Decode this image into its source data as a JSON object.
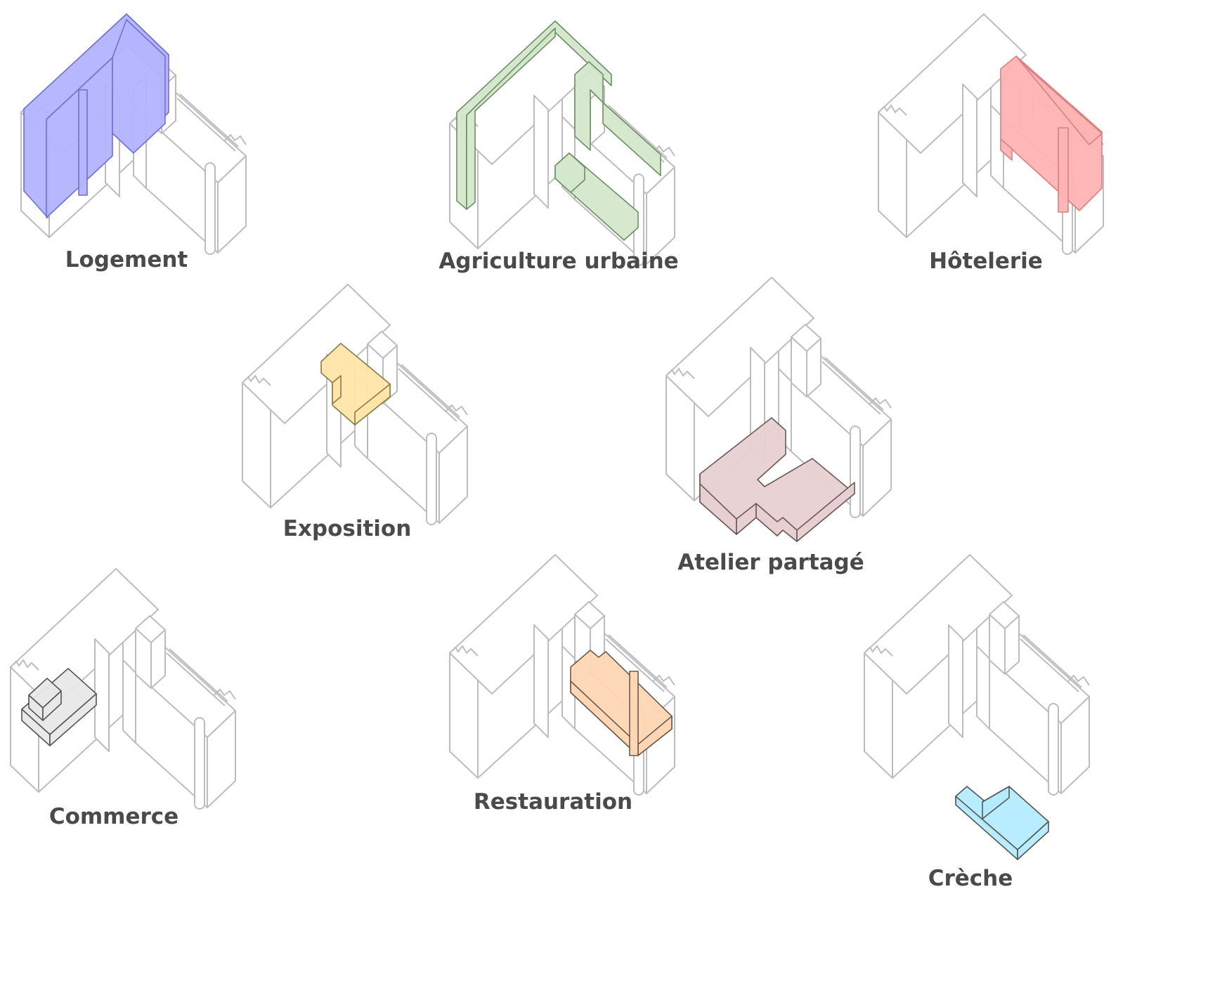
{
  "programs": [
    {
      "id": "logement",
      "label": "Logement",
      "color": "#b3b3ff",
      "edge": "#6f6fd8"
    },
    {
      "id": "agriculture",
      "label": "Agriculture urbaine",
      "color": "#d4e8cc",
      "edge": "#6e8e64"
    },
    {
      "id": "hotelerie",
      "label": "Hôtelerie",
      "color": "#ffb3b3",
      "edge": "#d98080"
    },
    {
      "id": "exposition",
      "label": "Exposition",
      "color": "#ffe5a8",
      "edge": "#8a7a4a"
    },
    {
      "id": "atelier",
      "label": "Atelier partagé",
      "color": "#e8d0d2",
      "edge": "#6a5a5a"
    },
    {
      "id": "commerce",
      "label": "Commerce",
      "color": "#e8e8e8",
      "edge": "#555555"
    },
    {
      "id": "restauration",
      "label": "Restauration",
      "color": "#ffd7b3",
      "edge": "#6a5a4a"
    },
    {
      "id": "creche",
      "label": "Crèche",
      "color": "#b3ecff",
      "edge": "#555555"
    }
  ],
  "outline_color": "#bdbdbd",
  "label_color": "#4a4a4a"
}
